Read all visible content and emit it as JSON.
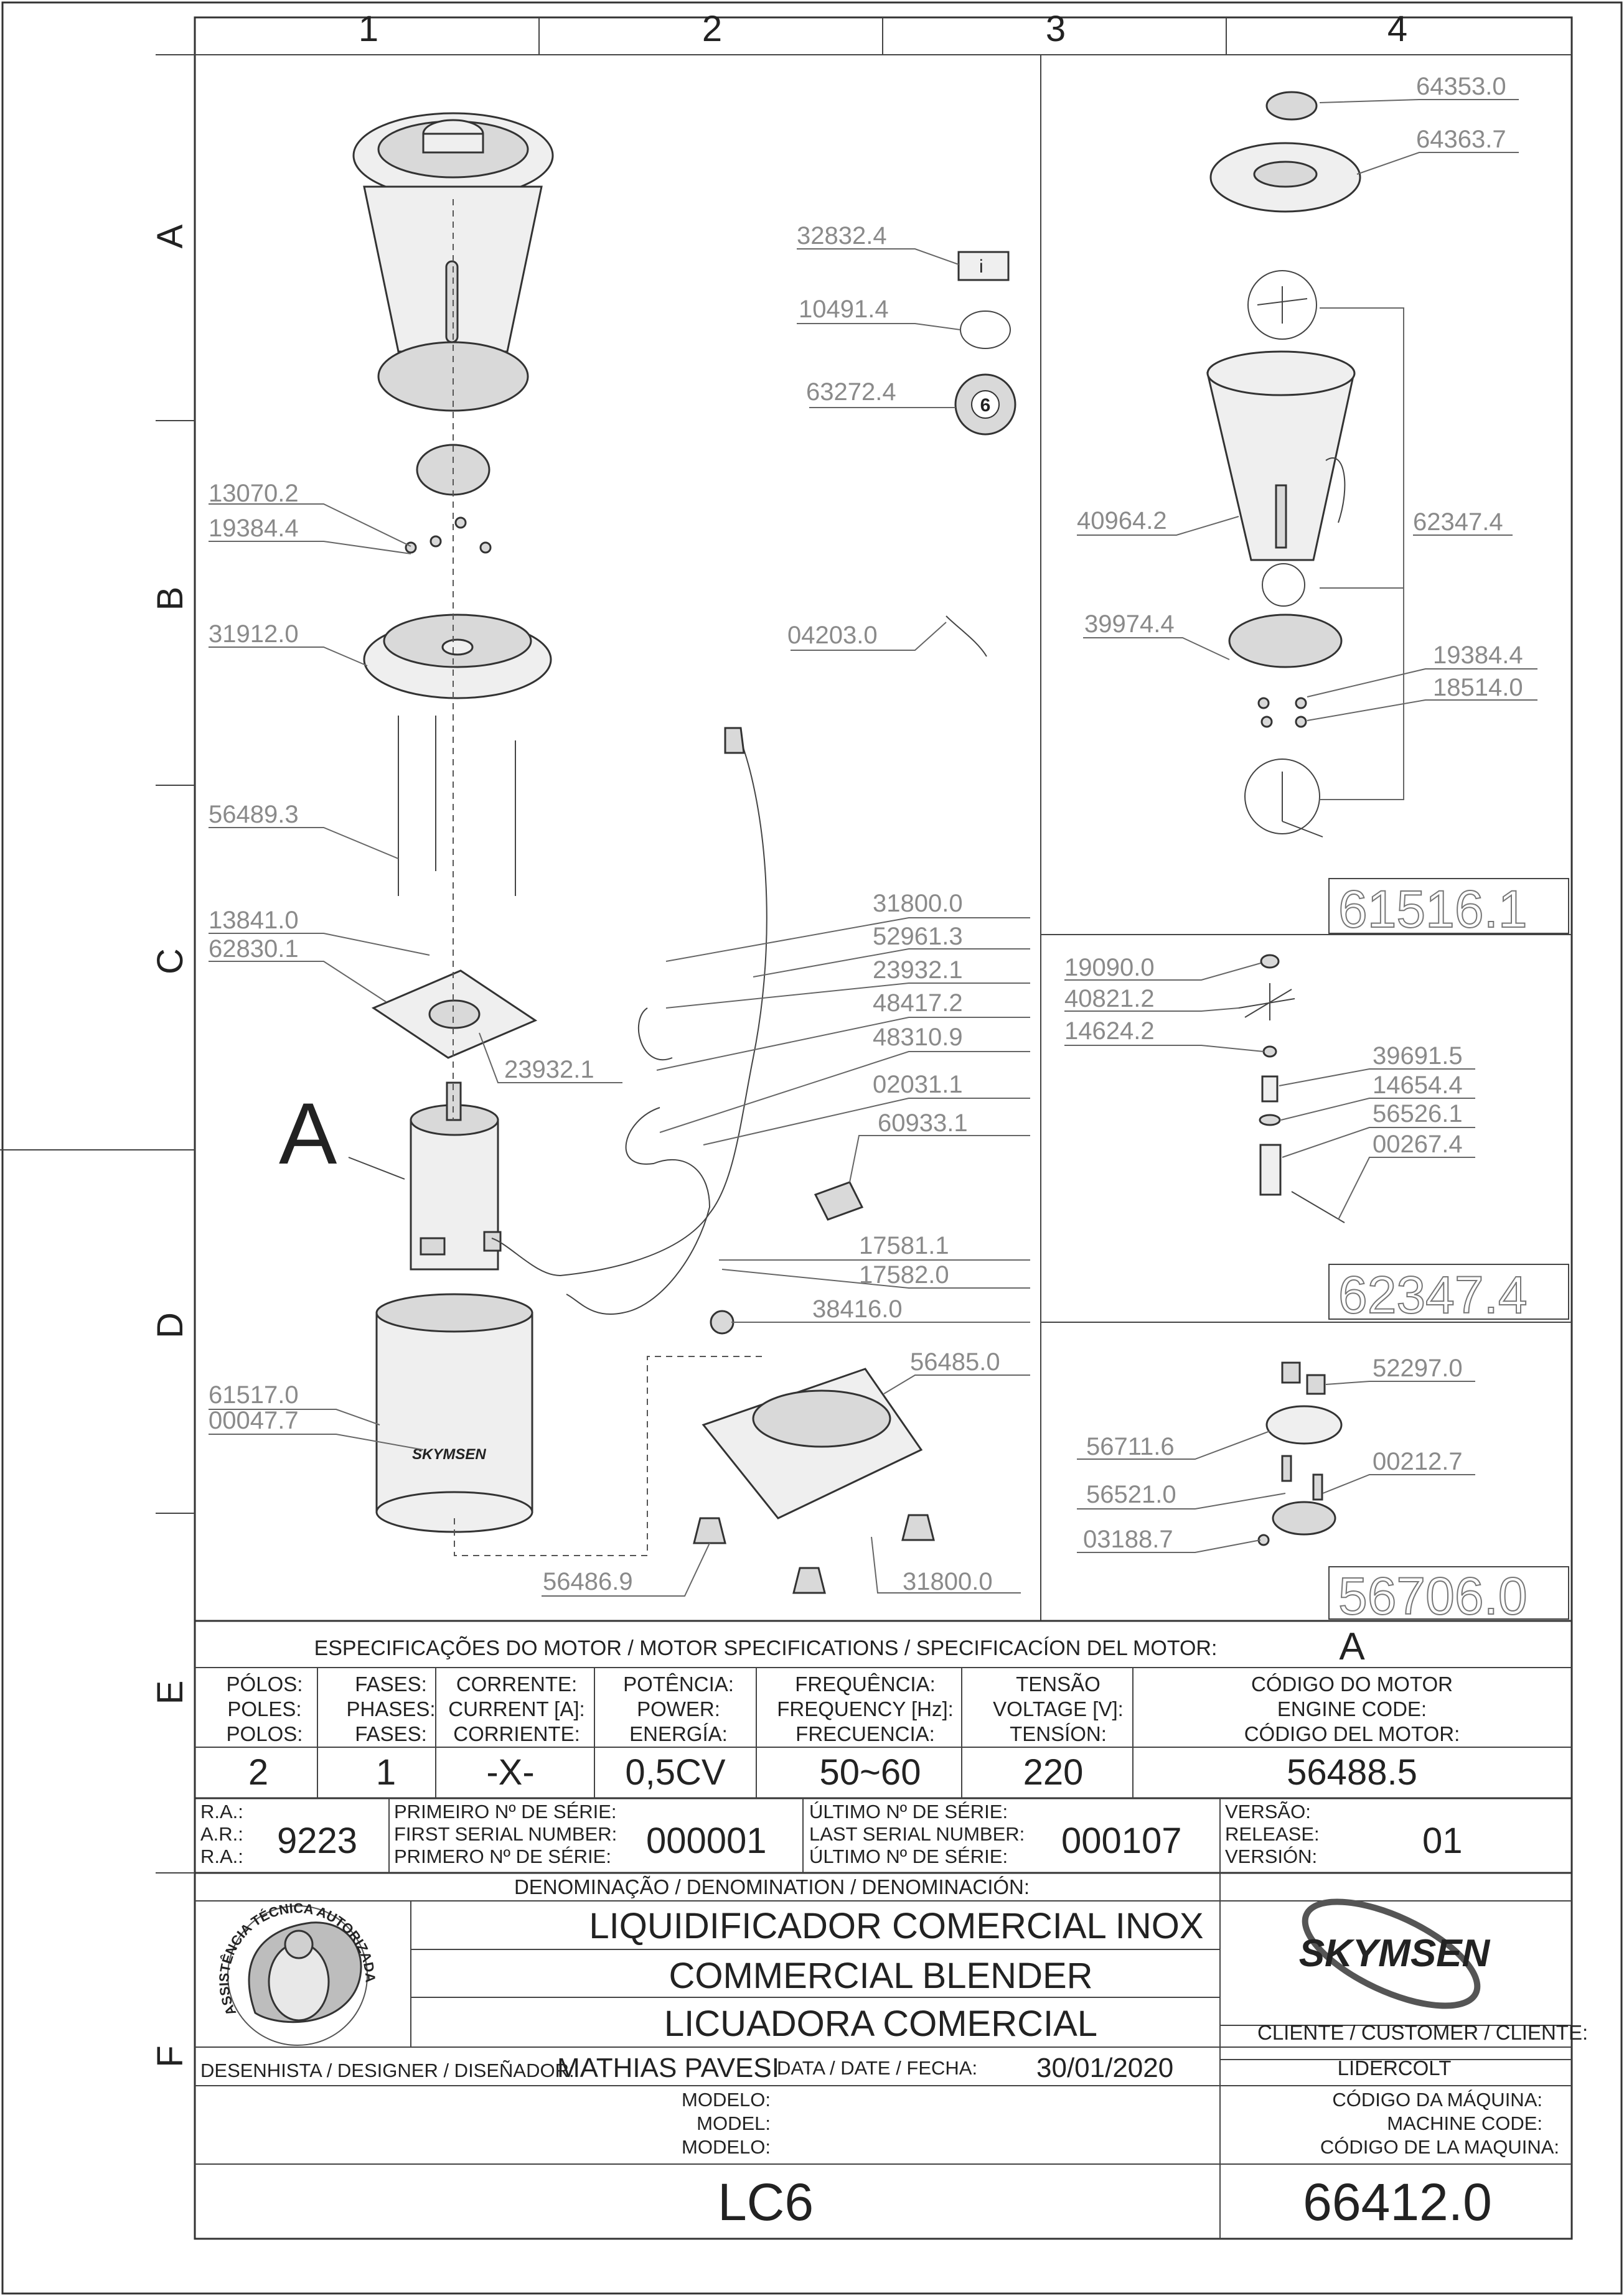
{
  "columns": [
    "1",
    "2",
    "3",
    "4"
  ],
  "rows": [
    "A",
    "B",
    "C",
    "D",
    "E",
    "F"
  ],
  "callouts": {
    "c32832": "32832.4",
    "c10491": "10491.4",
    "c63272": "63272.4",
    "c13070": "13070.2",
    "c19384a": "19384.4",
    "c31912": "31912.0",
    "c04203": "04203.0",
    "c56489": "56489.3",
    "c13841": "13841.0",
    "c62830": "62830.1",
    "c23932a": "23932.1",
    "c31800a": "31800.0",
    "c52961": "52961.3",
    "c23932b": "23932.1",
    "c48417": "48417.2",
    "c48310": "48310.9",
    "c02031": "02031.1",
    "c60933": "60933.1",
    "c17581": "17581.1",
    "c17582": "17582.0",
    "c38416": "38416.0",
    "c56485": "56485.0",
    "c61517": "61517.0",
    "c00047": "00047.7",
    "c56486": "56486.9",
    "c31800b": "31800.0",
    "c64353": "64353.0",
    "c64363": "64363.7",
    "c40964": "40964.2",
    "c62347": "62347.4",
    "c39974": "39974.4",
    "c19384b": "19384.4",
    "c18514": "18514.0",
    "c19090": "19090.0",
    "c40821": "40821.2",
    "c14624": "14624.2",
    "c39691": "39691.5",
    "c14654": "14654.4",
    "c56526": "56526.1",
    "c00267": "00267.4",
    "c52297": "52297.0",
    "c56711": "56711.6",
    "c00212": "00212.7",
    "c56521": "56521.0",
    "c03188": "03188.7"
  },
  "subassemblies": {
    "s1": "61516.1",
    "s2": "62347.4",
    "s3": "56706.0"
  },
  "motor_marker": "A",
  "motor_specs": {
    "title": "ESPECIFICAÇÕES DO MOTOR / MOTOR SPECIFICATIONS / SPECIFICACÍON DEL MOTOR:",
    "marker": "A",
    "poles_label": [
      "PÓLOS:",
      "POLES:",
      "POLOS:"
    ],
    "phases_label": [
      "FASES:",
      "PHASES:",
      "FASES:"
    ],
    "current_label": [
      "CORRENTE:",
      "CURRENT [A]:",
      "CORRIENTE:"
    ],
    "power_label": [
      "POTÊNCIA:",
      "POWER:",
      "ENERGÍA:"
    ],
    "frequency_label": [
      "FREQUÊNCIA:",
      "FREQUENCY [Hz]:",
      "FRECUENCIA:"
    ],
    "voltage_label": [
      "TENSÃO",
      "VOLTAGE [V]:",
      "TENSÍON:"
    ],
    "engine_code_label": [
      "CÓDIGO DO MOTOR",
      "ENGINE CODE:",
      "CÓDIGO DEL MOTOR:"
    ],
    "poles": "2",
    "phases": "1",
    "current": "-X-",
    "power": "0,5CV",
    "frequency": "50~60",
    "voltage": "220",
    "engine_code": "56488.5"
  },
  "serials": {
    "ra_label": [
      "R.A.:",
      "A.R.:",
      "R.A.:"
    ],
    "ra": "9223",
    "first_label": [
      "PRIMEIRO Nº DE SÉRIE:",
      "FIRST SERIAL NUMBER:",
      "PRIMERO Nº DE SÉRIE:"
    ],
    "first": "000001",
    "last_label": [
      "ÚLTIMO Nº DE SÉRIE:",
      "LAST SERIAL NUMBER:",
      "ÚLTIMO Nº DE SÉRIE:"
    ],
    "last": "000107",
    "version_label": [
      "VERSÃO:",
      "RELEASE:",
      "VERSIÓN:"
    ],
    "version": "01"
  },
  "title_block": {
    "denomination_label": "DENOMINAÇÃO / DENOMINATION / DENOMINACIÓN:",
    "name_pt": "LIQUIDIFICADOR COMERCIAL INOX",
    "name_en": "COMMERCIAL BLENDER",
    "name_es": "LICUADORA COMERCIAL",
    "brand": "SKYMSEN",
    "seal_text": "ASSISTÊNCIA TÉCNICA AUTORIZADA",
    "customer_label": "CLIENTE / CUSTOMER / CLIENTE:",
    "customer": "LIDERCOLT",
    "designer_label": "DESENHISTA / DESIGNER / DISEÑADOR:",
    "designer": "MATHIAS PAVESI",
    "date_label": "DATA / DATE / FECHA:",
    "date": "30/01/2020",
    "model_label": [
      "MODELO:",
      "MODEL:",
      "MODELO:"
    ],
    "model": "LC6",
    "machine_code_label": [
      "CÓDIGO DA MÁQUINA:",
      "MACHINE CODE:",
      "CÓDIGO DE LA MAQUINA:"
    ],
    "machine_code": "66412.0"
  }
}
